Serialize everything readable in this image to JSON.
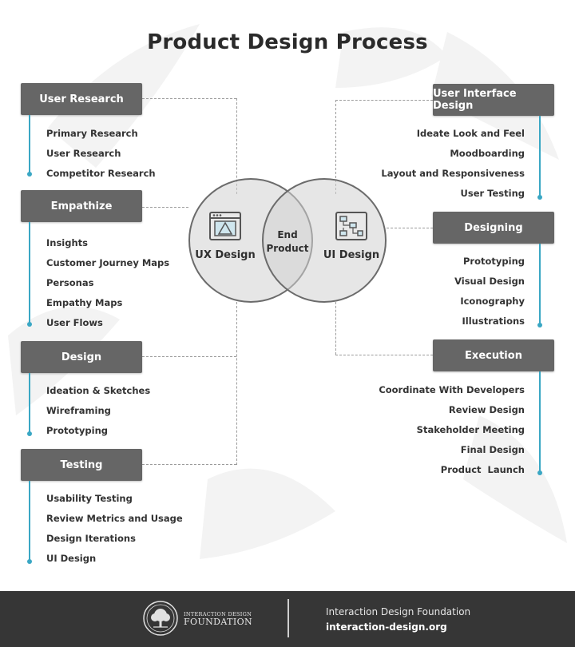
{
  "title": "Product Design Process",
  "center": {
    "left_label": "UX Design",
    "right_label": "UI Design",
    "overlap_line1": "End",
    "overlap_line2": "Product"
  },
  "left_sections": [
    {
      "label": "User Research",
      "items": [
        "Primary Research",
        "User Research",
        "Competitor Research"
      ]
    },
    {
      "label": "Empathize",
      "items": [
        "Insights",
        "Customer Journey Maps",
        "Personas",
        "Empathy Maps",
        "User Flows"
      ]
    },
    {
      "label": "Design",
      "items": [
        "Ideation & Sketches",
        "Wireframing",
        "Prototyping"
      ]
    },
    {
      "label": "Testing",
      "items": [
        "Usability Testing",
        "Review Metrics and Usage",
        "Design Iterations",
        "UI Design"
      ]
    }
  ],
  "right_sections": [
    {
      "label": "User Interface Design",
      "items": [
        "Ideate Look and Feel",
        "Moodboarding",
        "Layout and Responsiveness",
        "User Testing"
      ]
    },
    {
      "label": "Designing",
      "items": [
        "Prototyping",
        "Visual Design",
        "Iconography",
        "Illustrations"
      ]
    },
    {
      "label": "Execution",
      "items": [
        "Coordinate With Developers",
        "Review Design",
        "Stakeholder Meeting",
        "Final Design",
        "Product  Launch"
      ]
    }
  ],
  "footer": {
    "logo_text_line1": "INTERACTION DESIGN",
    "logo_text_line2": "FOUNDATION",
    "org_name": "Interaction Design Foundation",
    "url": "interaction-design.org"
  },
  "colors": {
    "box": "#666666",
    "accent_line": "#3aa7c4",
    "footer_bg": "#363636"
  }
}
